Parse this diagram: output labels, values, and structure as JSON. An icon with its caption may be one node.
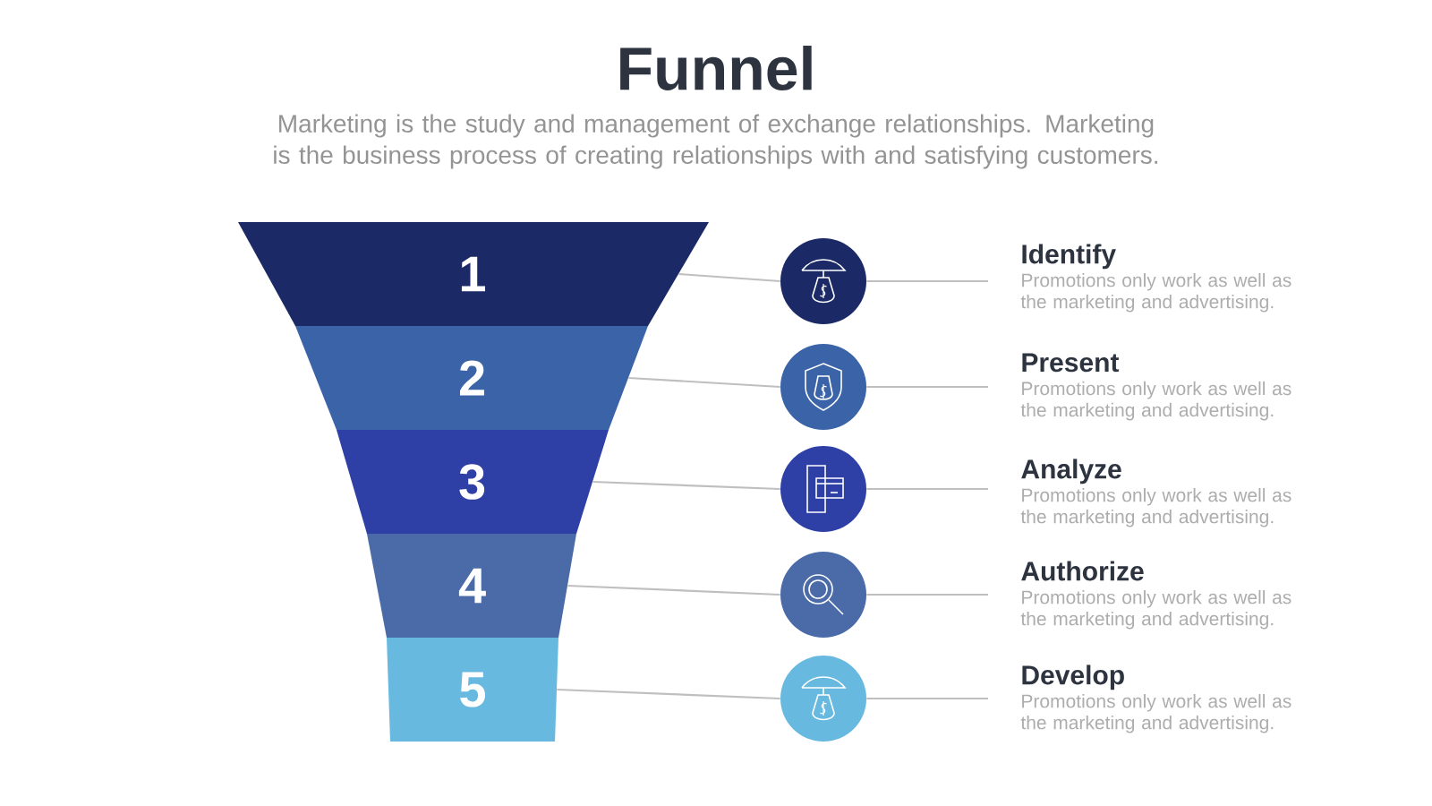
{
  "diagram": {
    "title": "Funnel",
    "nodes": [
      {
        "text": [
          "1"
        ]
      },
      {
        "text": [
          "2"
        ]
      },
      {
        "text": [
          "3"
        ]
      },
      {
        "text": [
          "4"
        ]
      },
      {
        "text": [
          "5"
        ]
      },
      {
        "text": [],
        "shape": "circle"
      },
      {
        "text": [],
        "shape": "circle"
      },
      {
        "text": [],
        "shape": "circle"
      },
      {
        "text": [],
        "shape": "circle"
      },
      {
        "text": [],
        "shape": "circle"
      },
      {
        "text": [
          "Identify",
          "Promotions only work as well as the marketing and advertising."
        ]
      },
      {
        "text": [
          "Present",
          "Promotions only work as well as the marketing and advertising."
        ]
      },
      {
        "text": [
          "Analyze",
          "Promotions only work as well as the marketing and advertising."
        ]
      },
      {
        "text": [
          "Authorize",
          "Promotions only work as well as the marketing and advertising."
        ]
      },
      {
        "text": [
          "Develop",
          "Promotions only work as well as the marketing and advertising."
        ]
      }
    ],
    "edges": [
      {
        "from": 0,
        "to": 5,
        "arrow": "none"
      },
      {
        "from": 5,
        "to": 10,
        "arrow": "none"
      },
      {
        "from": 1,
        "to": 6,
        "arrow": "none"
      },
      {
        "from": 6,
        "to": 11,
        "arrow": "none"
      },
      {
        "from": 2,
        "to": 7,
        "arrow": "none"
      },
      {
        "from": 7,
        "to": 12,
        "arrow": "none"
      },
      {
        "from": 3,
        "to": 8,
        "arrow": "none"
      },
      {
        "from": 8,
        "to": 13,
        "arrow": "none"
      },
      {
        "from": 4,
        "to": 9,
        "arrow": "none"
      },
      {
        "from": 9,
        "to": 14,
        "arrow": "none"
      }
    ],
    "labels": [
      "Marketing is the study and management of exchange relationships. Marketing is the business process of creating relationships with and satisfying customers."
    ]
  }
}
